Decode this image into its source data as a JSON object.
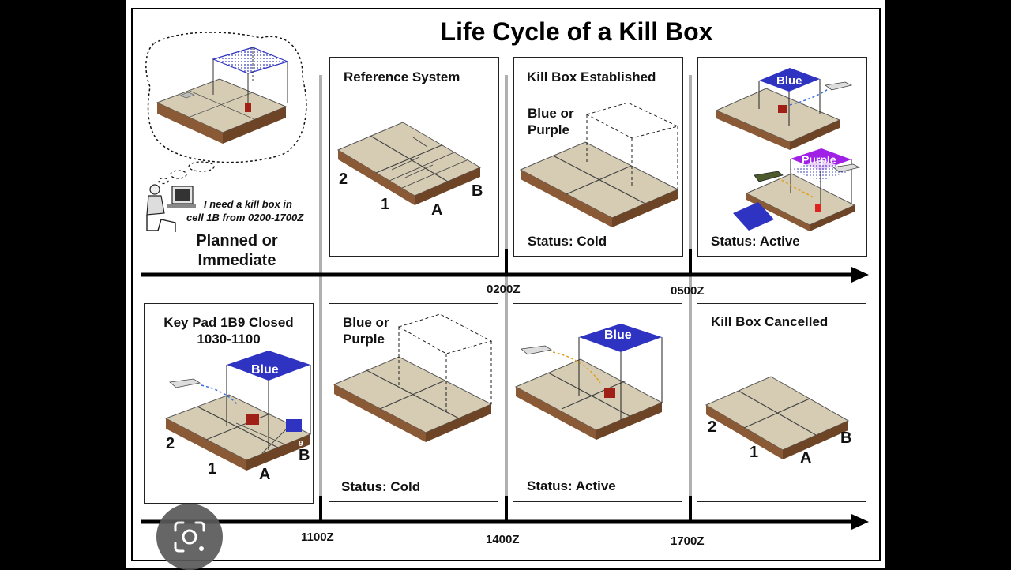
{
  "title": "Life Cycle of a Kill Box",
  "planning": {
    "quote_line1": "I need a kill box in",
    "quote_line2": "cell 1B from 0200-1700Z",
    "mode_line1": "Planned or",
    "mode_line2": "Immediate"
  },
  "panels": {
    "reference": {
      "title": "Reference System",
      "grid_labels": [
        "2",
        "1",
        "A",
        "B"
      ]
    },
    "established": {
      "title": "Kill Box Established",
      "box_label_line1": "Blue or",
      "box_label_line2": "Purple",
      "status": "Status: Cold"
    },
    "active_top": {
      "blue_label": "Blue",
      "purple_label": "Purple",
      "status": "Status: Active"
    },
    "keypad": {
      "title_line1": "Key Pad 1B9 Closed",
      "title_line2": "1030-1100",
      "blue_label": "Blue",
      "grid_labels": [
        "2",
        "1",
        "A",
        "B"
      ],
      "keypad_number": "9"
    },
    "cold_bottom": {
      "box_label_line1": "Blue or",
      "box_label_line2": "Purple",
      "status": "Status: Cold"
    },
    "active_bottom": {
      "blue_label": "Blue",
      "status": "Status: Active"
    },
    "cancelled": {
      "title": "Kill Box Cancelled",
      "grid_labels": [
        "2",
        "1",
        "A",
        "B"
      ]
    }
  },
  "timeline": {
    "top_times": [
      "0200Z",
      "0500Z"
    ],
    "bottom_times": [
      "1100Z",
      "1400Z",
      "1700Z"
    ]
  },
  "colors": {
    "ground_top": "#d6ccb4",
    "ground_side": "#8a5a36",
    "blue": "#2f33c2",
    "purple": "#a020e8",
    "arrow": "#000000",
    "divider": "#b0b0b0"
  }
}
